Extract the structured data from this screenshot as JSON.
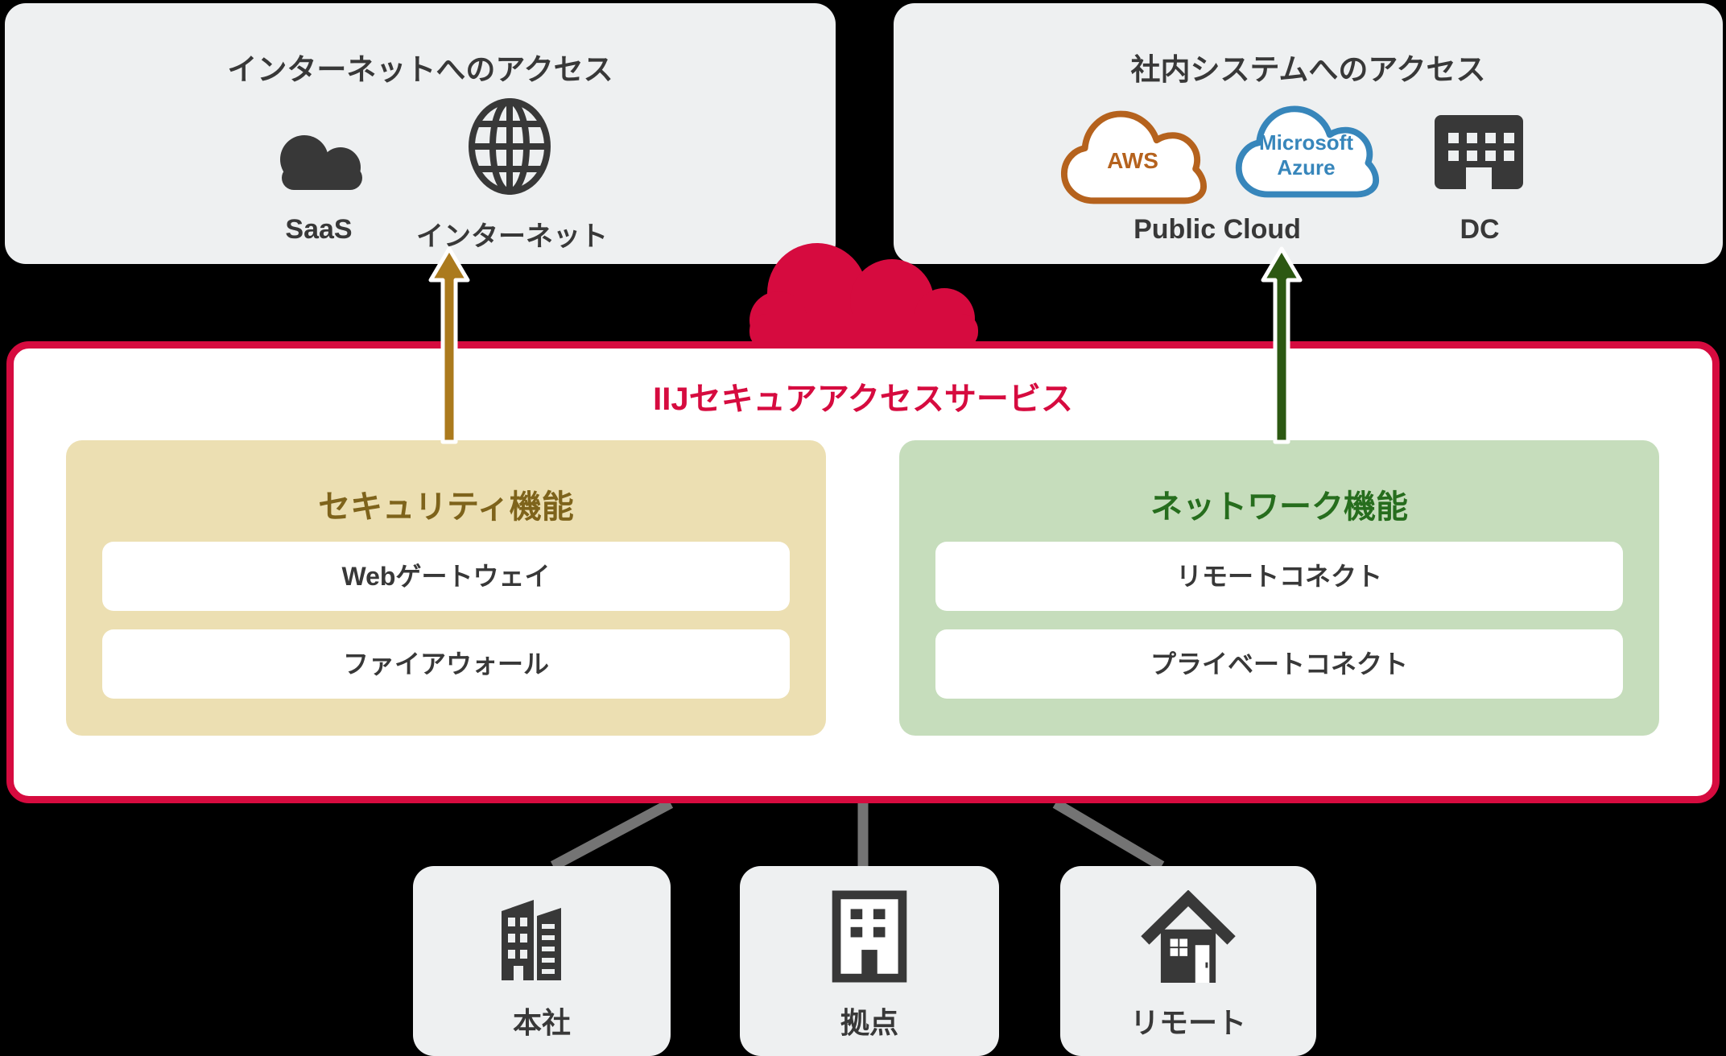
{
  "colors": {
    "bg": "#000000",
    "panel_bg": "#eef0f1",
    "dark": "#383838",
    "red": "#d60b3f",
    "gold": "#ab7a1d",
    "gold_text": "#7e631b",
    "security_bg": "#ecdfb2",
    "network_bg": "#c6ddbc",
    "network_text": "#266d1d",
    "green_arrow": "#2c5812",
    "aws_orange": "#b5621d",
    "azure_blue": "#3786bb",
    "line_gray": "#747474",
    "white": "#ffffff"
  },
  "internet_panel": {
    "title": "インターネットへのアクセス",
    "items": [
      {
        "icon": "saas-cloud",
        "label": "SaaS"
      },
      {
        "icon": "internet-globe",
        "label": "インターネット"
      }
    ]
  },
  "systems_panel": {
    "title": "社内システムへのアクセス",
    "aws_label": "AWS",
    "azure_label": "Microsoft\nAzure",
    "public_cloud_label": "Public Cloud",
    "dc_label": "DC"
  },
  "service_box": {
    "title": "IIJセキュアアクセスサービス",
    "security": {
      "title": "セキュリティ機能",
      "rows": [
        "Webゲートウェイ",
        "ファイアウォール"
      ]
    },
    "network": {
      "title": "ネットワーク機能",
      "rows": [
        "リモートコネクト",
        "プライベートコネクト"
      ]
    }
  },
  "sites": [
    {
      "icon": "headquarters-buildings",
      "label": "本社"
    },
    {
      "icon": "office-building",
      "label": "拠点"
    },
    {
      "icon": "house",
      "label": "リモート"
    }
  ]
}
